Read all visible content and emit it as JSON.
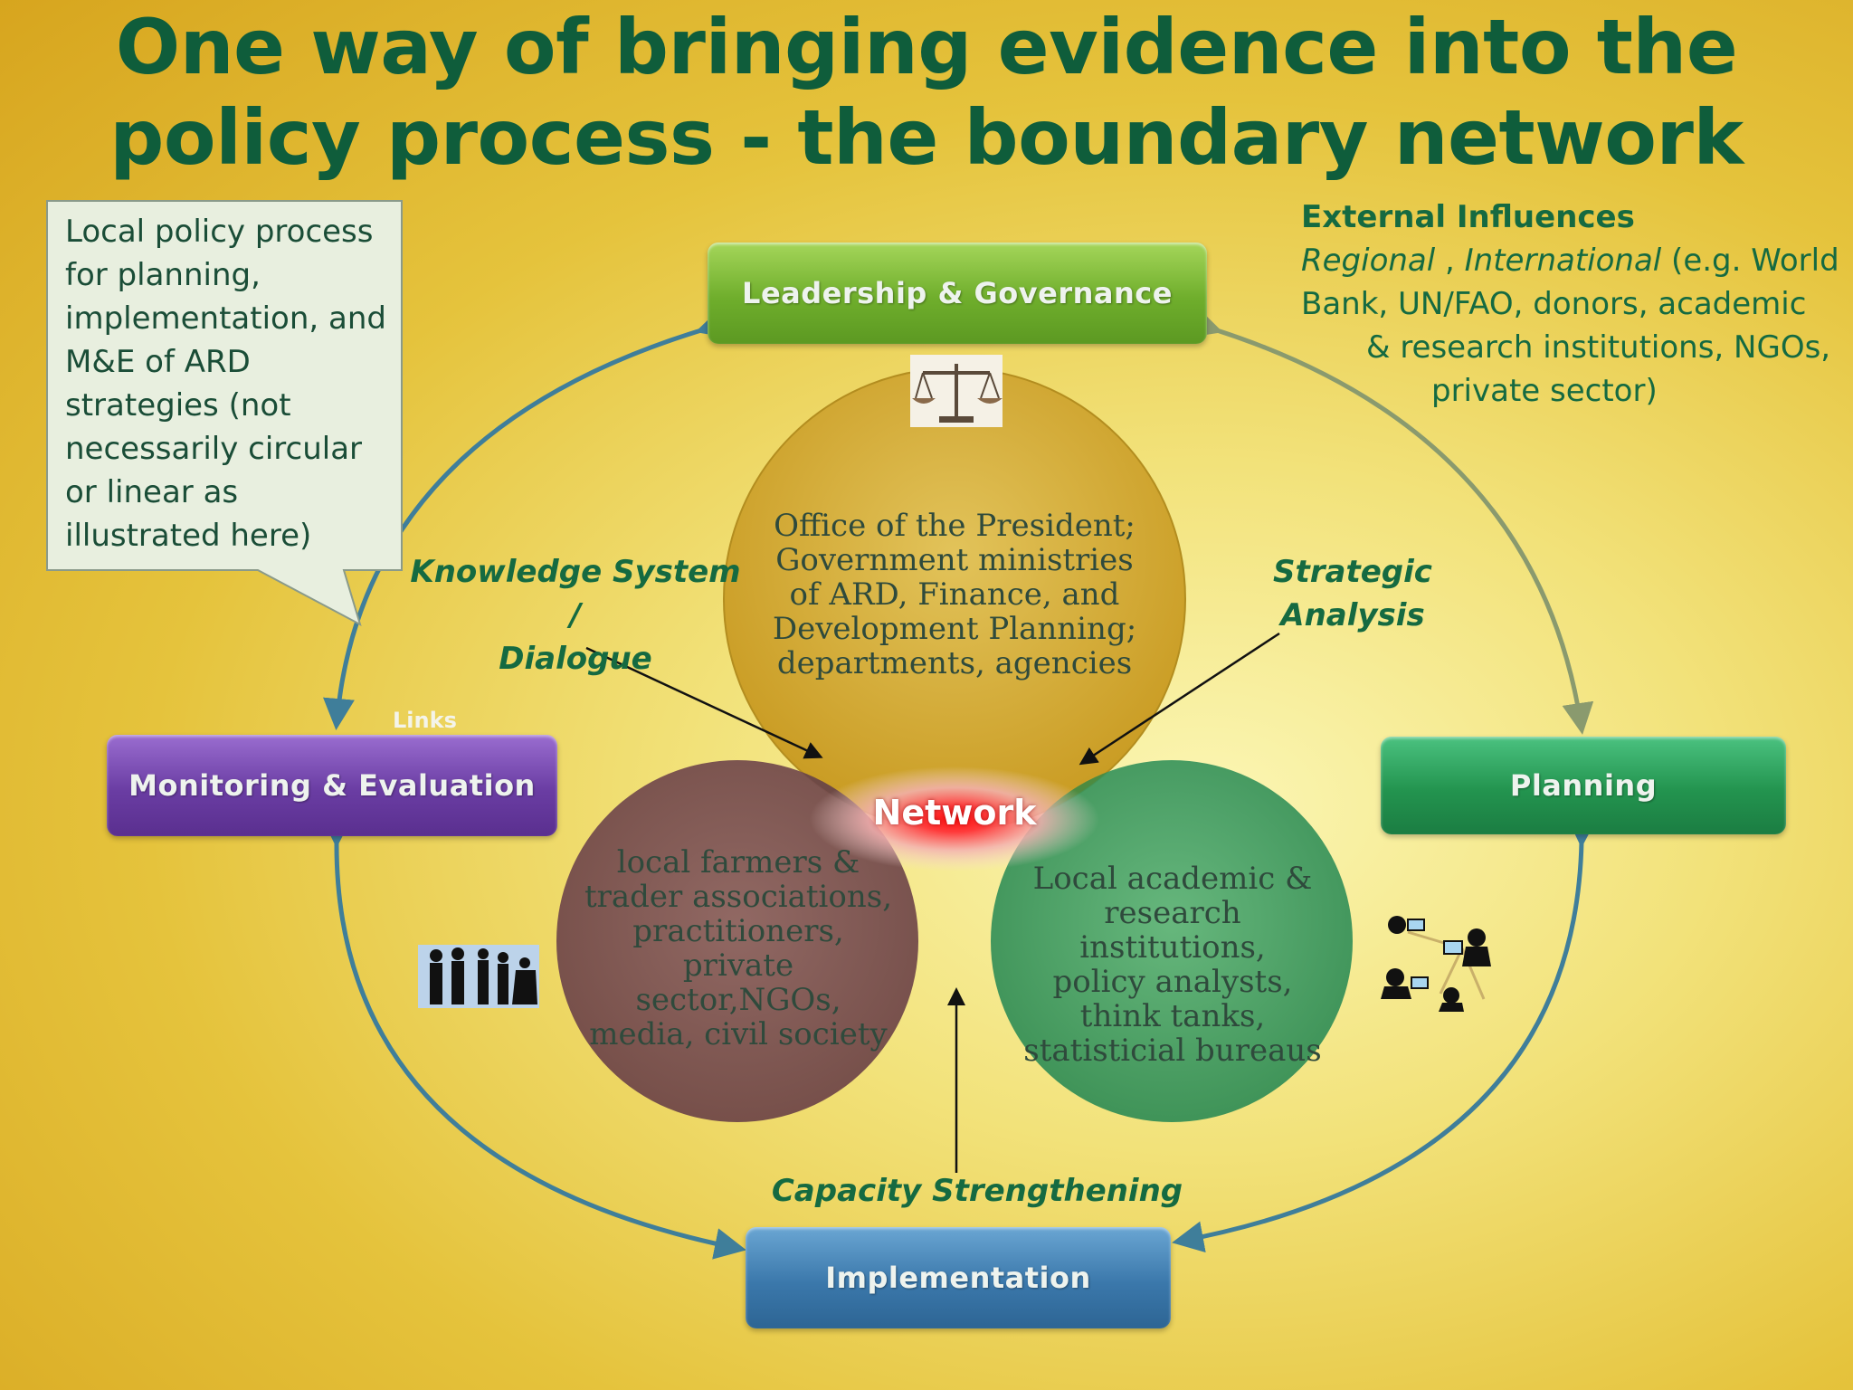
{
  "title": {
    "line1": "One way of bringing evidence into the",
    "line2": "policy process - the boundary network"
  },
  "callout": {
    "text": "Local policy process for planning, implementation, and M&E of ARD strategies (not necessarily circular or linear as illustrated here)"
  },
  "external": {
    "title": "External Influences",
    "regional": "Regional",
    "sep": " , ",
    "international": "International",
    "line1_rest": " (e.g. World",
    "line2": "Bank, UN/FAO, donors, academic",
    "line3": "& research institutions, NGOs,",
    "line4": "private sector)"
  },
  "stages": {
    "leadership": "Leadership & Governance",
    "me": "Monitoring & Evaluation",
    "planning": "Planning",
    "implementation": "Implementation"
  },
  "links_label": "Links",
  "overlap_labels": {
    "knowledge_line1": "Knowledge System /",
    "knowledge_line2": "Dialogue",
    "strategic_line1": "Strategic",
    "strategic_line2": "Analysis",
    "capacity": "Capacity Strengthening"
  },
  "circles": {
    "top": [
      "Office of the President;",
      "Government ministries",
      "of ARD, Finance, and",
      "Development Planning;",
      "departments, agencies"
    ],
    "left": [
      "local farmers &",
      "trader associations,",
      "practitioners,",
      "private",
      "sector,NGOs,",
      "media, civil society"
    ],
    "right": [
      "Local academic &",
      "research institutions,",
      "policy analysts,",
      "think tanks,",
      "statisticial bureaus"
    ]
  },
  "network_label": "Network",
  "colors": {
    "title": "#0f5d3b",
    "label_green": "#156a41",
    "circle_top": "#d9b13a",
    "circle_left": "#7e5556",
    "circle_right": "#3f9a60",
    "arrow_blue": "#3f7e9a"
  },
  "icons": [
    "scales-of-justice-icon",
    "people-silhouettes-icon",
    "networked-computers-icon"
  ]
}
